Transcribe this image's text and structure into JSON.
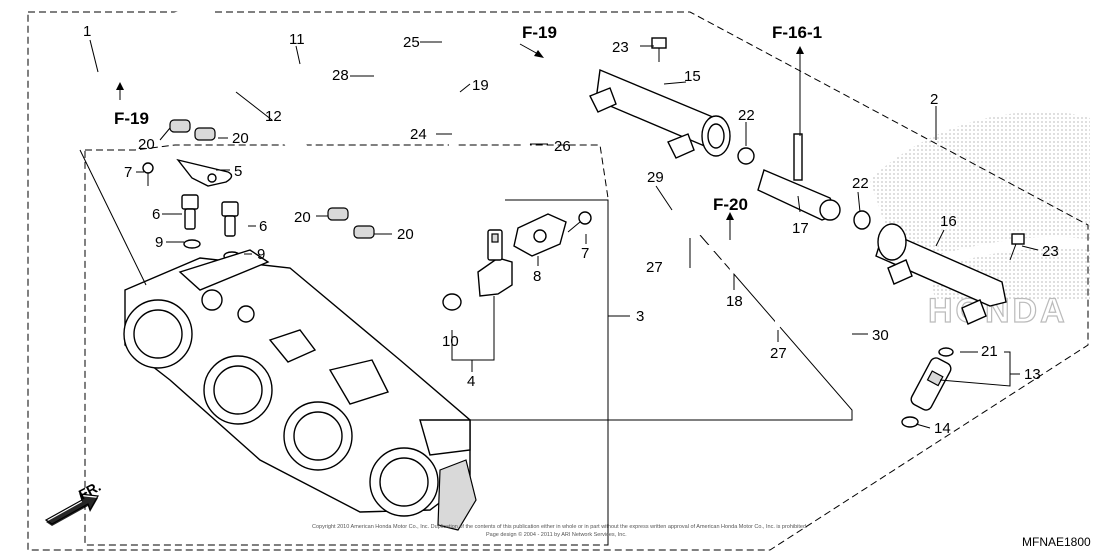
{
  "diagram": {
    "part_labels": [
      {
        "id": "1",
        "text": "1"
      },
      {
        "id": "2",
        "text": "2"
      },
      {
        "id": "3",
        "text": "3"
      },
      {
        "id": "4",
        "text": "4"
      },
      {
        "id": "5",
        "text": "5"
      },
      {
        "id": "6a",
        "text": "6"
      },
      {
        "id": "6b",
        "text": "6"
      },
      {
        "id": "7a",
        "text": "7"
      },
      {
        "id": "7b",
        "text": "7"
      },
      {
        "id": "8",
        "text": "8"
      },
      {
        "id": "9a",
        "text": "9"
      },
      {
        "id": "9b",
        "text": "9"
      },
      {
        "id": "10",
        "text": "10"
      },
      {
        "id": "11",
        "text": "11"
      },
      {
        "id": "12",
        "text": "12"
      },
      {
        "id": "13",
        "text": "13"
      },
      {
        "id": "14",
        "text": "14"
      },
      {
        "id": "15",
        "text": "15"
      },
      {
        "id": "16",
        "text": "16"
      },
      {
        "id": "17",
        "text": "17"
      },
      {
        "id": "18",
        "text": "18"
      },
      {
        "id": "19",
        "text": "19"
      },
      {
        "id": "20a",
        "text": "20"
      },
      {
        "id": "20b",
        "text": "20"
      },
      {
        "id": "20c",
        "text": "20"
      },
      {
        "id": "20d",
        "text": "20"
      },
      {
        "id": "21",
        "text": "21"
      },
      {
        "id": "22a",
        "text": "22"
      },
      {
        "id": "22b",
        "text": "22"
      },
      {
        "id": "23a",
        "text": "23"
      },
      {
        "id": "23b",
        "text": "23"
      },
      {
        "id": "24",
        "text": "24"
      },
      {
        "id": "25",
        "text": "25"
      },
      {
        "id": "26",
        "text": "26"
      },
      {
        "id": "27a",
        "text": "27"
      },
      {
        "id": "27b",
        "text": "27"
      },
      {
        "id": "28",
        "text": "28"
      },
      {
        "id": "29",
        "text": "29"
      },
      {
        "id": "30",
        "text": "30"
      }
    ],
    "references": [
      {
        "id": "f19-left",
        "text": "F-19"
      },
      {
        "id": "f19-top",
        "text": "F-19"
      },
      {
        "id": "f16-1",
        "text": "F-16-1"
      },
      {
        "id": "f20",
        "text": "F-20"
      }
    ],
    "direction_label": "FR.",
    "diagram_code": "MFNAE1800",
    "copyright_line1": "Copyright 2010 American Honda Motor Co., Inc. Duplication of the contents of this publication either in whole or in part without the express written approval of American Honda Motor Co., Inc. is prohibited.",
    "copyright_line2": "Page design © 2004 - 2011 by ARI Network Services, Inc.",
    "watermark_text": "HONDA"
  }
}
